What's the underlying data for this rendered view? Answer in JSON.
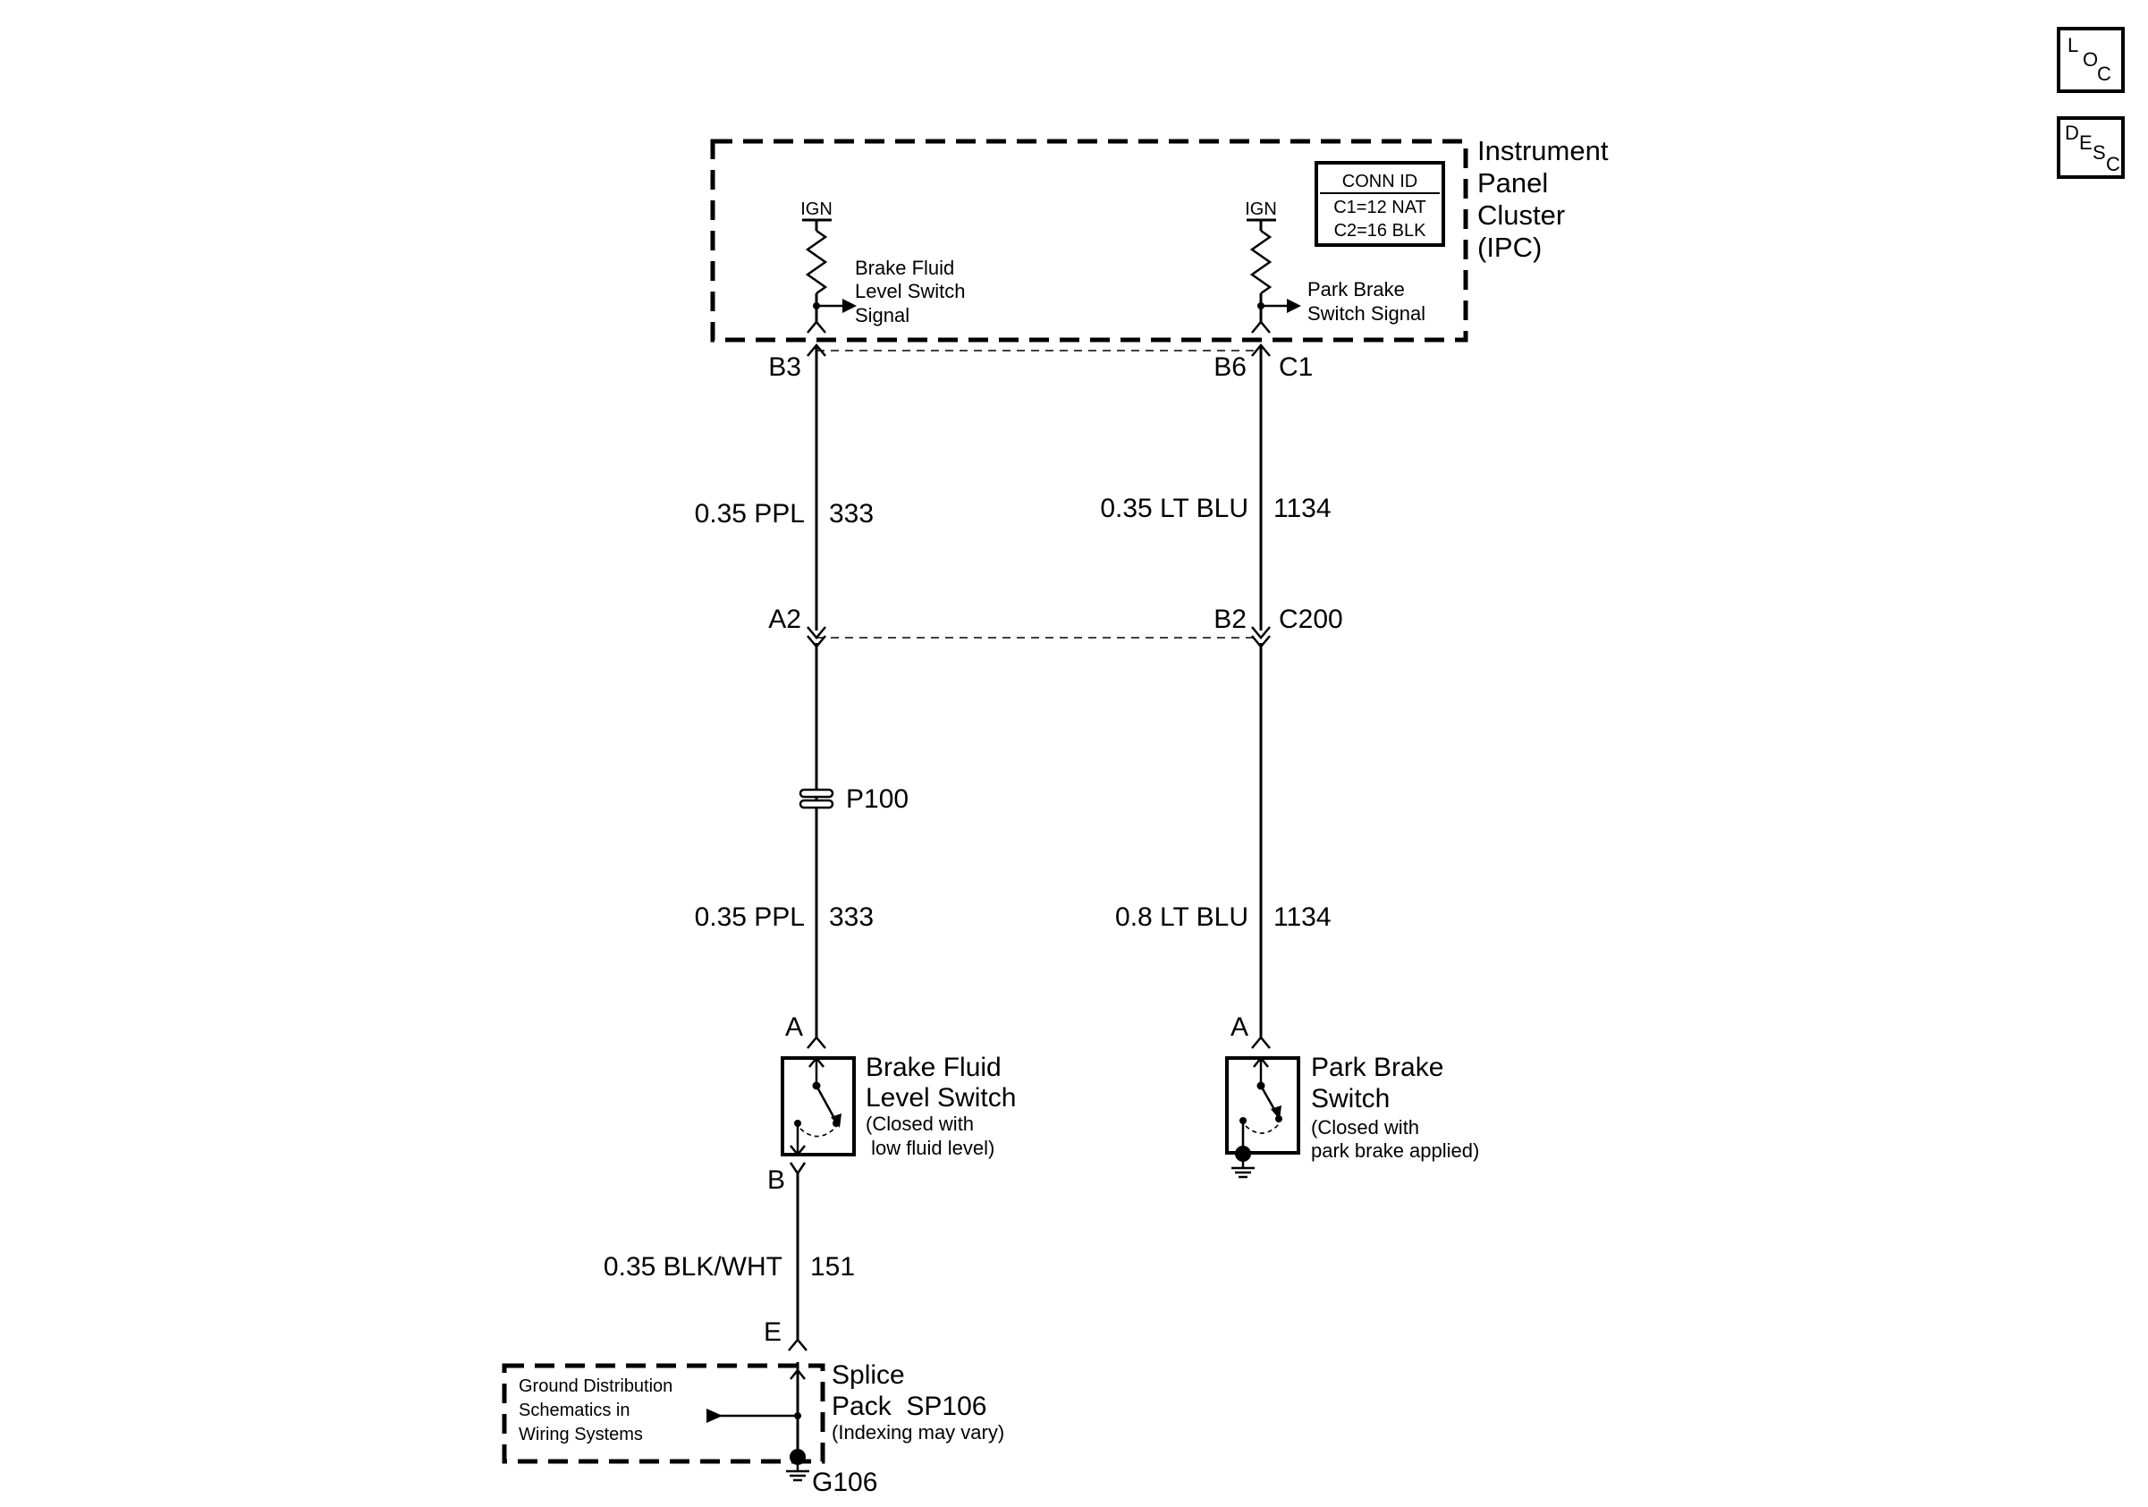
{
  "nav_buttons": {
    "loc": {
      "l1": "L",
      "l2": "O",
      "l3": "C"
    },
    "desc": {
      "l1": "D",
      "l2": "E",
      "l3": "S",
      "l4": "C"
    }
  },
  "ipc": {
    "title_lines": [
      "Instrument",
      "Panel",
      "Cluster",
      "(IPC)"
    ],
    "conn_id": {
      "header": "CONN ID",
      "rows": [
        "C1=12 NAT",
        "C2=16 BLK"
      ]
    },
    "left_circuit": {
      "supply": "IGN",
      "label_lines": [
        "Brake Fluid",
        "Level Switch",
        "Signal"
      ]
    },
    "right_circuit": {
      "supply": "IGN",
      "label_lines": [
        "Park Brake",
        "Switch Signal"
      ]
    }
  },
  "connectors": {
    "ipc_left_pin": "B3",
    "ipc_right_pin": "B6",
    "ipc_connector": "C1",
    "c200_left_pin": "A2",
    "c200_right_pin": "B2",
    "c200_connector": "C200",
    "splice_p100": "P100"
  },
  "wires": {
    "left_upper": {
      "size_color": "0.35 PPL",
      "circuit": "333"
    },
    "right_upper": {
      "size_color": "0.35 LT BLU",
      "circuit": "1134"
    },
    "left_lower": {
      "size_color": "0.35 PPL",
      "circuit": "333"
    },
    "right_lower": {
      "size_color": "0.8 LT BLU",
      "circuit": "1134"
    },
    "ground": {
      "size_color": "0.35 BLK/WHT",
      "circuit": "151"
    }
  },
  "brake_fluid_switch": {
    "pin_top": "A",
    "pin_bottom": "B",
    "title_lines": [
      "Brake Fluid",
      "Level Switch"
    ],
    "note_lines": [
      "(Closed with",
      " low fluid level)"
    ]
  },
  "park_brake_switch": {
    "pin_top": "A",
    "title_lines": [
      "Park Brake",
      "Switch"
    ],
    "note_lines": [
      "(Closed with",
      "park brake applied)"
    ]
  },
  "splice_pack": {
    "pin": "E",
    "title_lines": [
      "Splice",
      "Pack  SP106"
    ],
    "note": "(Indexing may vary)",
    "ground_ref_lines": [
      "Ground Distribution",
      "Schematics in",
      "Wiring Systems"
    ],
    "ground": "G106"
  }
}
